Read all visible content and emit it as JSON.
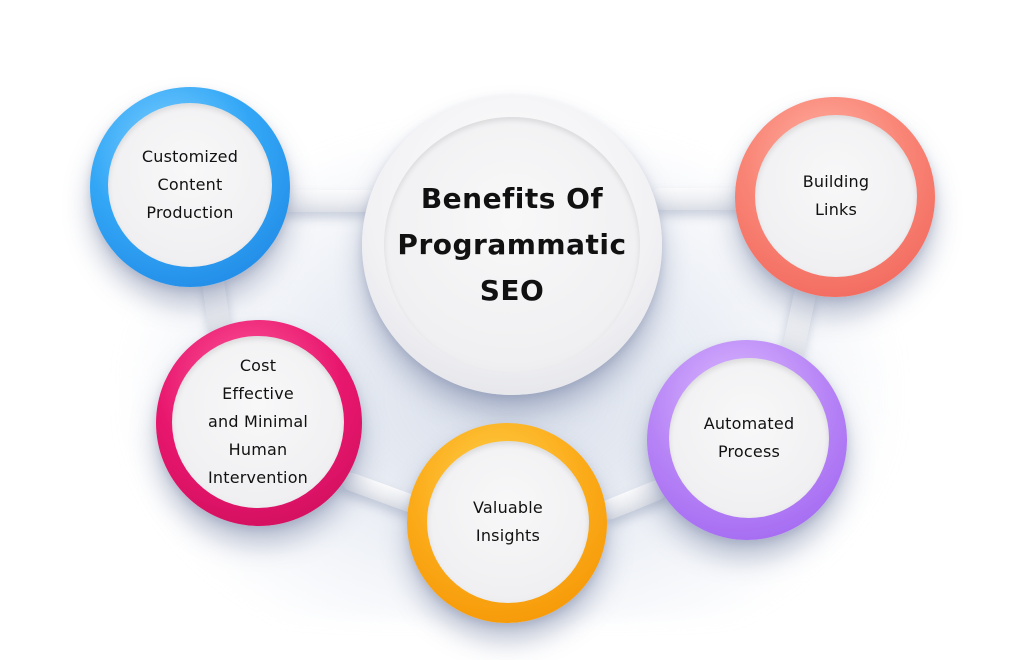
{
  "diagram": {
    "title": "Benefits Of\nProgrammatic\nSEO",
    "nodes": [
      {
        "id": "customized-content-production",
        "label": "Customized\nContent\nProduction",
        "color": "#2f9bf0"
      },
      {
        "id": "building-links",
        "label": "Building\nLinks",
        "color": "#f7786d"
      },
      {
        "id": "cost-effective",
        "label": "Cost\nEffective\nand Minimal\nHuman\nIntervention",
        "color": "#e5156b"
      },
      {
        "id": "valuable-insights",
        "label": "Valuable\nInsights",
        "color": "#f8a514"
      },
      {
        "id": "automated-process",
        "label": "Automated\nProcess",
        "color": "#b47cf3"
      }
    ],
    "center_color": "#f2f2f4",
    "connections": [
      [
        "center",
        "customized-content-production"
      ],
      [
        "center",
        "building-links"
      ],
      [
        "customized-content-production",
        "cost-effective"
      ],
      [
        "cost-effective",
        "valuable-insights"
      ],
      [
        "valuable-insights",
        "automated-process"
      ],
      [
        "automated-process",
        "building-links"
      ]
    ]
  }
}
